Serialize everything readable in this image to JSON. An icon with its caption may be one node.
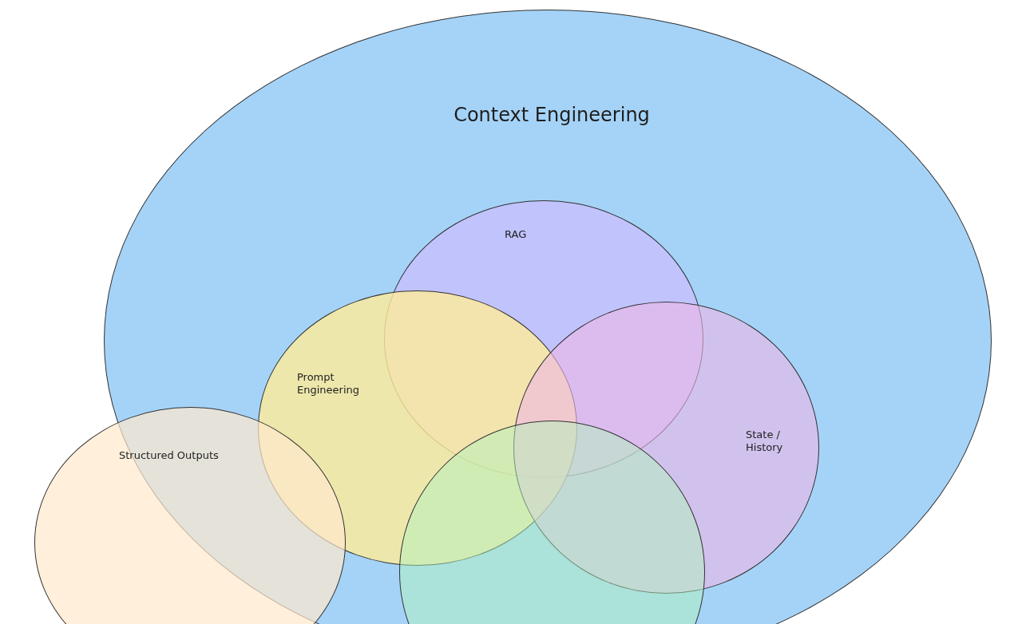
{
  "diagram": {
    "nodes": [
      {
        "text": [
          "Context Engineering"
        ]
      },
      {
        "text": [
          "RAG"
        ],
        "in": 0
      },
      {
        "text": [
          "Prompt Engineering"
        ],
        "in": 0
      },
      {
        "text": [
          "State / History"
        ],
        "in": 0
      },
      {
        "text": [
          "Structured Outputs"
        ]
      },
      {
        "text": [],
        "shape": "circle"
      }
    ]
  }
}
